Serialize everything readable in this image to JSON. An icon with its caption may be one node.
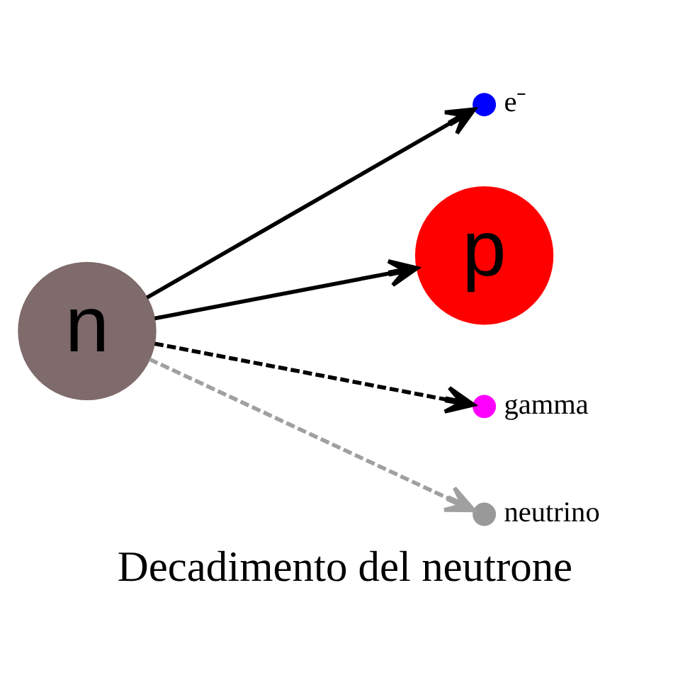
{
  "diagram": {
    "caption": "Decadimento del neutrone",
    "nodes": [
      {
        "text": [
          "n"
        ]
      },
      {
        "text": [],
        "shape": "circle",
        "beside": [
          "e⁻"
        ]
      },
      {
        "text": [
          "p"
        ]
      },
      {
        "text": [],
        "shape": "circle",
        "beside": [
          "gamma"
        ]
      },
      {
        "text": [],
        "shape": "circle",
        "beside": [
          "neutrino"
        ]
      }
    ],
    "edges": [
      {
        "from": 0,
        "to": 1,
        "arrow": "to"
      },
      {
        "from": 0,
        "to": 2,
        "arrow": "to"
      },
      {
        "from": 0,
        "to": 3,
        "arrow": "to",
        "style": "dashed"
      },
      {
        "from": 0,
        "to": 4,
        "arrow": "to",
        "style": "dashed",
        "color": "#a0a0a0"
      }
    ]
  }
}
